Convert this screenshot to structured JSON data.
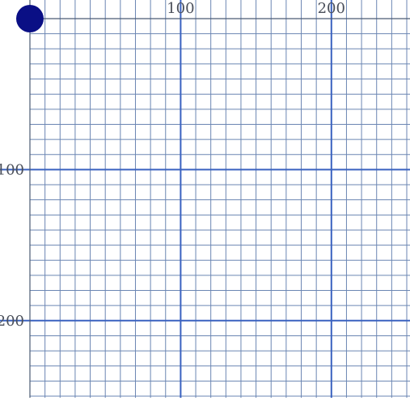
{
  "grid": {
    "x_axis_labels": [
      "100",
      "200"
    ],
    "y_axis_labels": [
      "100",
      "200"
    ],
    "minor_step": 10,
    "major_step": 100,
    "x_range": [
      0,
      250
    ],
    "y_range": [
      0,
      250
    ]
  },
  "marker": {
    "x": 0,
    "y": 0
  },
  "colors": {
    "background": "#ffffff",
    "minor_line": "#6b86b3",
    "major_line": "#3a62c0",
    "axis_line": "#4a5a73",
    "label": "#4a4f5a",
    "marker_fill": "#0a0f85"
  }
}
